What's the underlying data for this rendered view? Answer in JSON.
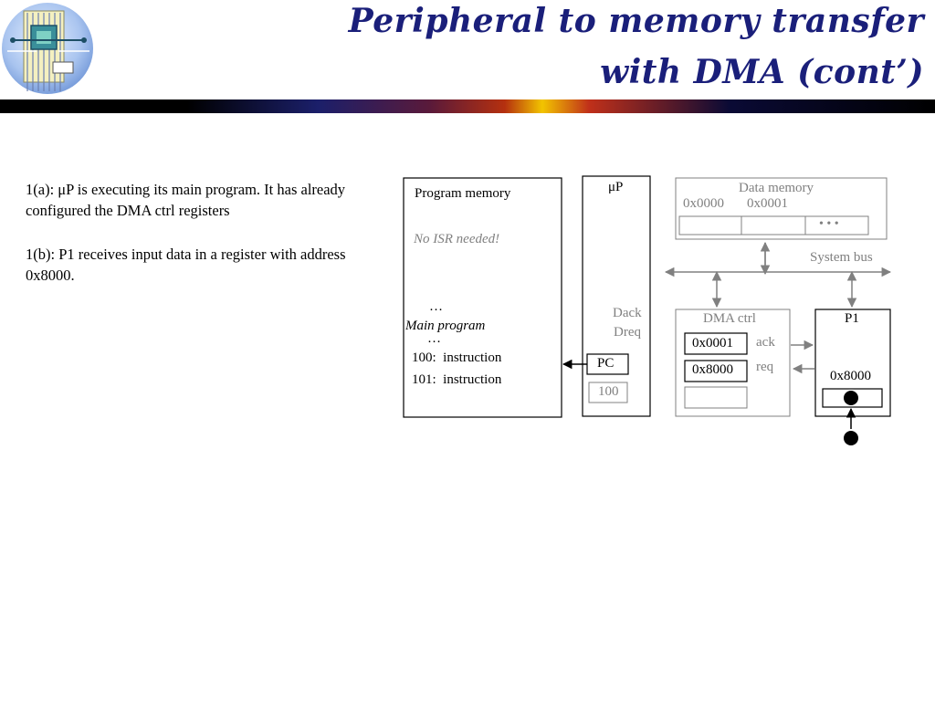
{
  "slide": {
    "title_line1": "Peripheral to memory transfer",
    "title_line2": "with DMA (cont’)",
    "step_1a": "1(a): μP is executing its main program. It has already configured the DMA ctrl registers",
    "step_1b": "1(b): P1 receives input data in a register with address 0x8000."
  },
  "program_memory": {
    "label": "Program memory",
    "note": "No ISR needed!",
    "dots_top": "…",
    "main_program": "Main program",
    "dots_bottom": "…",
    "line1": "100:  instruction",
    "line2": "101:  instruction"
  },
  "up": {
    "label": "μP",
    "dack": "Dack",
    "dreq": "Dreq",
    "pc_label": "PC",
    "pc_value": "100"
  },
  "data_memory": {
    "label": "Data memory",
    "addr0": "0x0000",
    "addr1": "0x0001",
    "ellipsis": "• • •"
  },
  "bus": {
    "label": "System bus"
  },
  "dma": {
    "label": "DMA ctrl",
    "reg1": "0x0001",
    "reg2": "0x8000",
    "ack": "ack",
    "req": "req"
  },
  "p1": {
    "label": "P1",
    "register": "0x8000"
  },
  "colors": {
    "title": "#1a1f7a",
    "gray_component": "#808080",
    "black": "#000000"
  }
}
